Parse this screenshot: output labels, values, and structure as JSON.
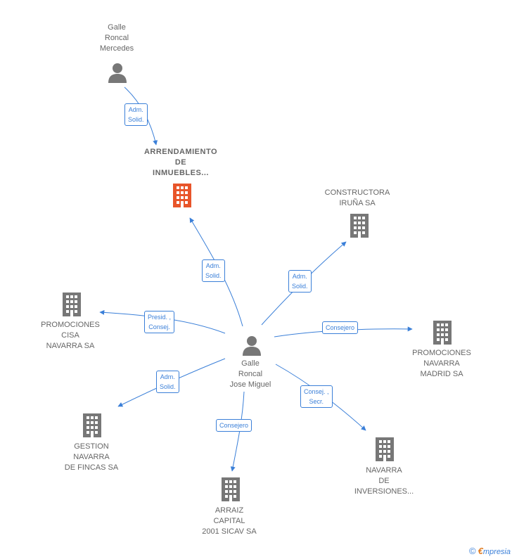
{
  "colors": {
    "edge": "#3a7fd8",
    "building": "#777777",
    "building_highlight": "#e8552a",
    "person": "#777777"
  },
  "nodes": {
    "person_mercedes": {
      "lines": [
        "Galle",
        "Roncal",
        "Mercedes"
      ],
      "icon": "person-icon"
    },
    "company_arrendamiento": {
      "lines": [
        "ARRENDAMIENTO",
        "DE",
        "INMUEBLES..."
      ],
      "icon": "building-icon"
    },
    "company_constructora": {
      "lines": [
        "CONSTRUCTORA",
        "IRUÑA SA"
      ],
      "icon": "building-icon"
    },
    "company_promociones_cisa": {
      "lines": [
        "PROMOCIONES",
        "CISA",
        "NAVARRA SA"
      ],
      "icon": "building-icon"
    },
    "person_jose_miguel": {
      "lines": [
        "Galle",
        "Roncal",
        "Jose Miguel"
      ],
      "icon": "person-icon"
    },
    "company_promociones_madrid": {
      "lines": [
        "PROMOCIONES",
        "NAVARRA",
        "MADRID SA"
      ],
      "icon": "building-icon"
    },
    "company_gestion": {
      "lines": [
        "GESTION",
        "NAVARRA",
        "DE FINCAS SA"
      ],
      "icon": "building-icon"
    },
    "company_navarra_inversiones": {
      "lines": [
        "NAVARRA",
        "DE",
        "INVERSIONES..."
      ],
      "icon": "building-icon"
    },
    "company_arraiz": {
      "lines": [
        "ARRAIZ",
        "CAPITAL",
        "2001 SICAV SA"
      ],
      "icon": "building-icon"
    }
  },
  "edges": {
    "mercedes_arrendamiento": [
      "Adm.",
      "Solid."
    ],
    "jose_arrendamiento": [
      "Adm.",
      "Solid."
    ],
    "jose_constructora": [
      "Adm.",
      "Solid."
    ],
    "jose_cisa": [
      "Presid. ,",
      "Consej."
    ],
    "jose_madrid": [
      "Consejero"
    ],
    "jose_gestion": [
      "Adm.",
      "Solid."
    ],
    "jose_inversiones": [
      "Consej. ,",
      "Secr."
    ],
    "jose_arraiz": [
      "Consejero"
    ]
  },
  "footer": {
    "copyright": "©",
    "brand_initial": "€",
    "brand_rest": "mpresia"
  }
}
